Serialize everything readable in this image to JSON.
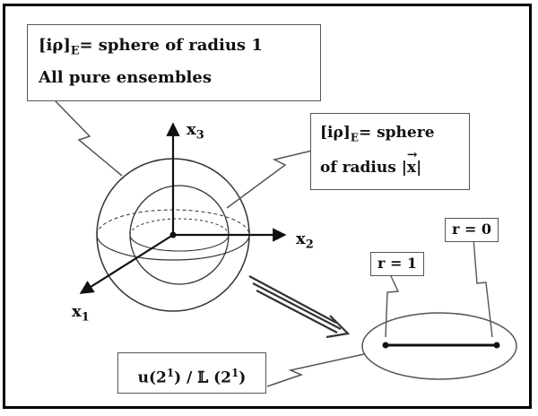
{
  "callouts": {
    "pure": {
      "line1_prefix": "[iρ]",
      "line1_sub": "E",
      "line1_suffix": "= sphere of radius 1",
      "line2": "All pure ensembles"
    },
    "sphere_x": {
      "line1_prefix": "[iρ]",
      "line1_sub": "E",
      "line1_suffix": "= sphere",
      "line2_prefix": "of radius |",
      "line2_vec": "x",
      "line2_suffix": "|"
    },
    "r1": "r = 1",
    "r0": "r = 0",
    "quotient": {
      "u": "u(2",
      "u_sup": "1",
      "mid": ") / 𝕃 (2",
      "l_sup": "1",
      "end": ")"
    }
  },
  "axes": {
    "x1": {
      "base": "x",
      "sub": "1"
    },
    "x2": {
      "base": "x",
      "sub": "2"
    },
    "x3": {
      "base": "x",
      "sub": "3"
    }
  },
  "colors": {
    "ink": "#111111",
    "frame": "#000000",
    "callout_border": "#555555",
    "sphere": "#333333"
  }
}
